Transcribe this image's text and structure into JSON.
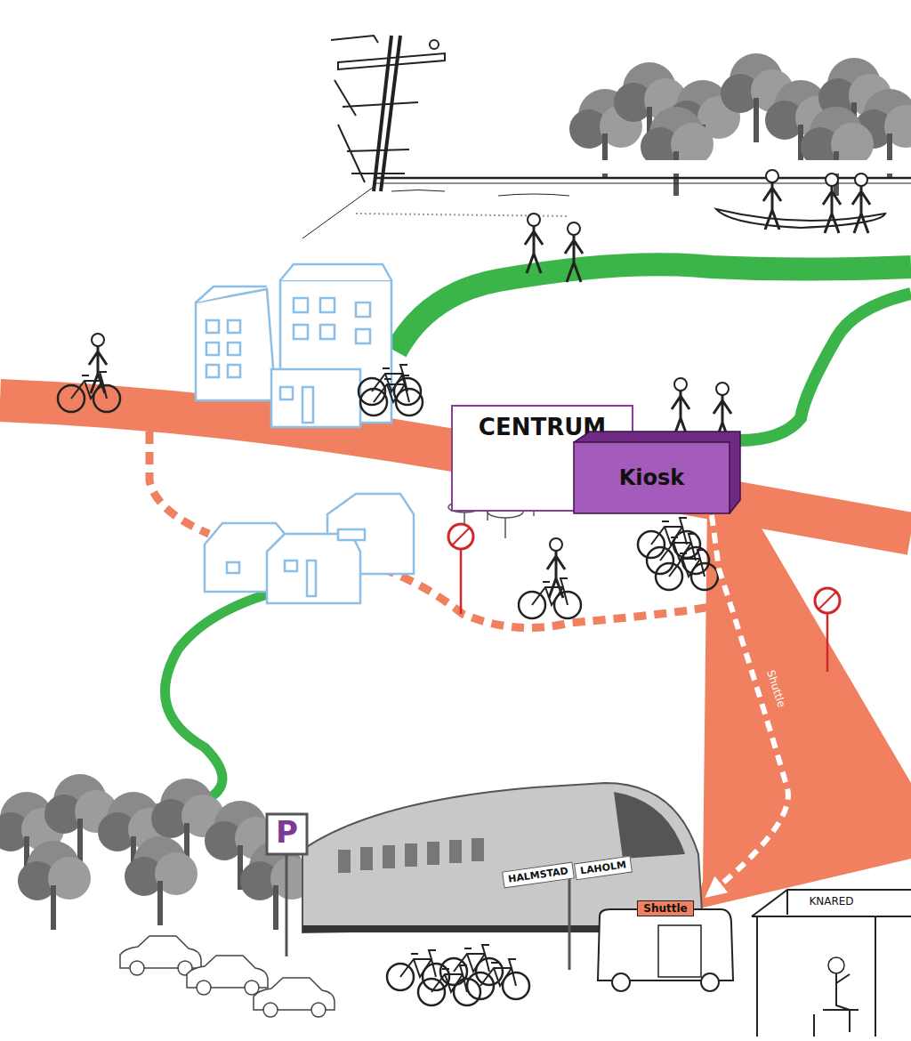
{
  "diagram": {
    "nodes": [
      {
        "text": [
          "CENTRUM"
        ]
      },
      {
        "text": [
          "Kiosk"
        ]
      },
      {
        "text": [
          "Shuttle"
        ]
      },
      {
        "text": [
          "KNARED"
        ]
      }
    ],
    "edges": [
      {
        "from": 1,
        "to": 2,
        "arrow": "to",
        "label": "Shuttle"
      }
    ],
    "labels": [
      "P",
      "HALMSTAD",
      "LAHOLM"
    ]
  }
}
